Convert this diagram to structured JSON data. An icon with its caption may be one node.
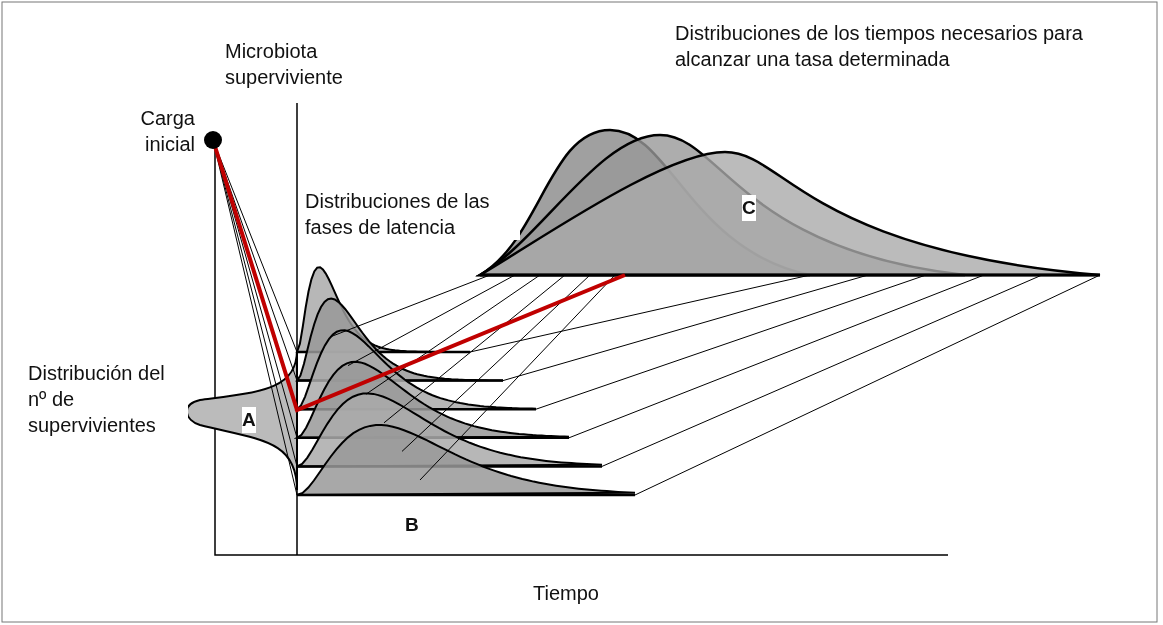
{
  "diagram": {
    "labels": [
      "Microbiota superviviente",
      "Distribuciones de los tiempos necesarios para alcanzar una tasa determinada",
      "Carga inicial",
      "Distribuciones de las fases de latencia",
      "C",
      "Distribución del nº de supervivientes",
      "A",
      "B",
      "Tiempo"
    ]
  }
}
